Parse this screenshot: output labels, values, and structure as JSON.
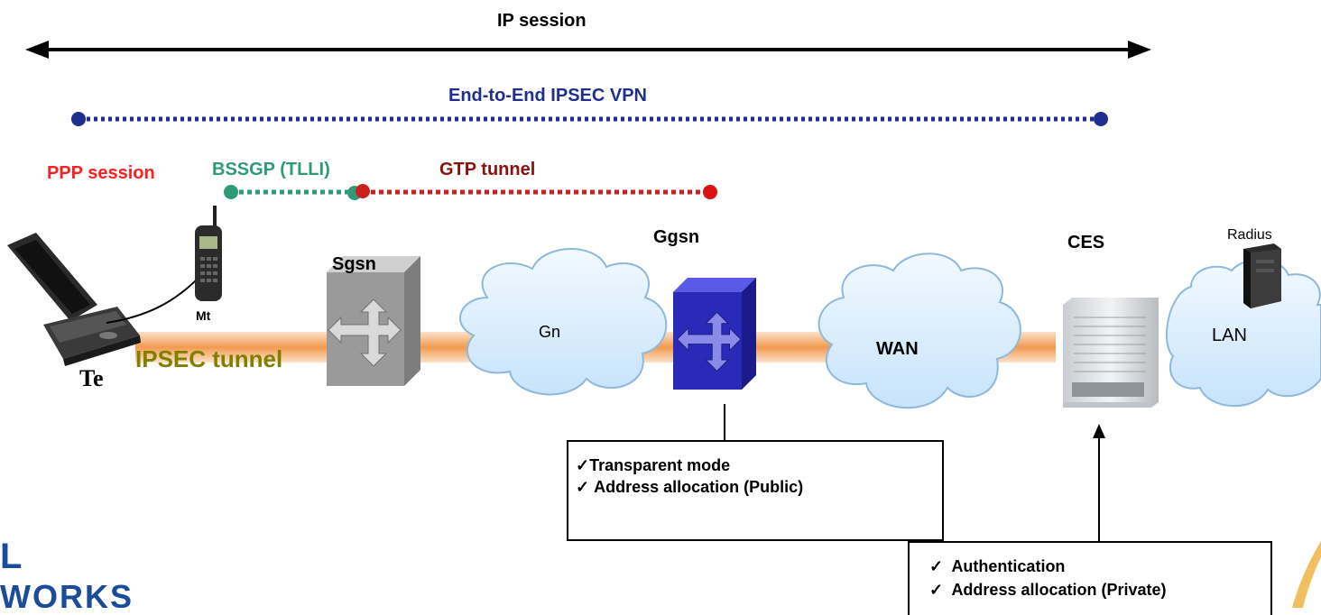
{
  "sessions": {
    "ip_session": "IP session",
    "ipsec_vpn": "End-to-End IPSEC VPN",
    "ppp_session": "PPP session",
    "bssgp": "BSSGP (TLLI)",
    "gtp_tunnel": "GTP tunnel",
    "ipsec_tunnel": "IPSEC tunnel"
  },
  "nodes": {
    "te": "Te",
    "mt": "Mt",
    "sgsn": "Sgsn",
    "ggsn": "Ggsn",
    "ces": "CES",
    "radius": "Radius"
  },
  "clouds": {
    "gn": "Gn",
    "wan": "WAN",
    "lan": "LAN"
  },
  "ggsn_box": {
    "items": [
      "Transparent mode",
      "Address allocation (Public)"
    ]
  },
  "ces_box": {
    "items": [
      "Authentication",
      "Address allocation (Private)"
    ]
  },
  "check_mark": "✓",
  "logo": {
    "line1": "L",
    "line2": "WORKS"
  },
  "colors": {
    "ip_session": "#000000",
    "ipsec_vpn": "#1f2f8f",
    "ppp_session": "#ff1f1f",
    "bssgp": "#2e9a78",
    "gtp_tunnel": "#8b1010",
    "ipsec_tunnel_text": "#808000",
    "tunnel_band": "#f5a45c",
    "cloud_fill": "#dbeeff",
    "sgsn_fill": "#9a9a9a",
    "ggsn_fill": "#2a2ab8",
    "logo": "#1b4c9c"
  }
}
